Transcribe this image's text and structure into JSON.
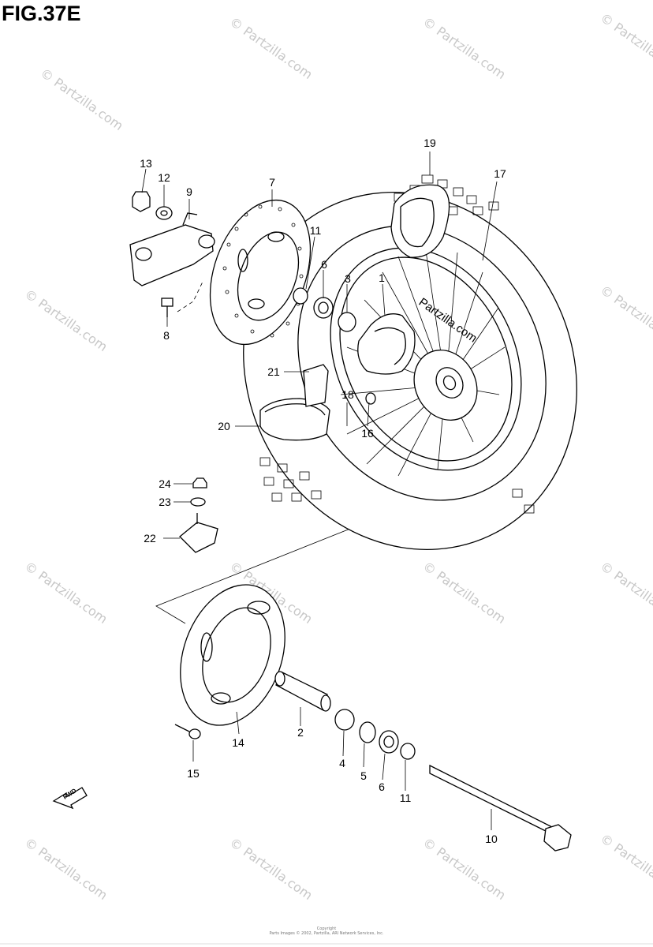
{
  "figure": {
    "title": "FIG.37E"
  },
  "watermark": {
    "text": "© Partzilla.com",
    "wheel_text": "Partzilla.com",
    "color": "#c8c8c8"
  },
  "copyright": {
    "line1": "Copyright",
    "line2": "Parts Images © 2002, Partzilla, ARI Network Services, Inc."
  },
  "direction_marker": {
    "label": "FWD"
  },
  "callouts": [
    {
      "id": "1",
      "label": "1"
    },
    {
      "id": "2",
      "label": "2"
    },
    {
      "id": "3",
      "label": "3"
    },
    {
      "id": "4",
      "label": "4"
    },
    {
      "id": "5",
      "label": "5"
    },
    {
      "id": "6a",
      "label": "6"
    },
    {
      "id": "6b",
      "label": "6"
    },
    {
      "id": "7",
      "label": "7"
    },
    {
      "id": "8",
      "label": "8"
    },
    {
      "id": "9",
      "label": "9"
    },
    {
      "id": "10",
      "label": "10"
    },
    {
      "id": "11a",
      "label": "11"
    },
    {
      "id": "11b",
      "label": "11"
    },
    {
      "id": "12",
      "label": "12"
    },
    {
      "id": "13",
      "label": "13"
    },
    {
      "id": "14",
      "label": "14"
    },
    {
      "id": "15",
      "label": "15"
    },
    {
      "id": "16",
      "label": "16"
    },
    {
      "id": "17",
      "label": "17"
    },
    {
      "id": "18",
      "label": "18"
    },
    {
      "id": "19",
      "label": "19"
    },
    {
      "id": "20",
      "label": "20"
    },
    {
      "id": "21",
      "label": "21"
    },
    {
      "id": "22",
      "label": "22"
    },
    {
      "id": "23",
      "label": "23"
    },
    {
      "id": "24",
      "label": "24"
    }
  ]
}
